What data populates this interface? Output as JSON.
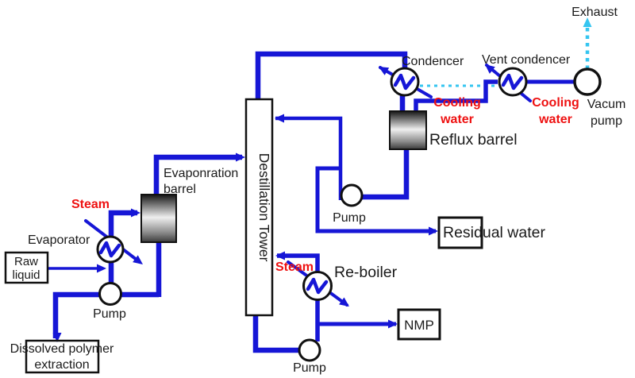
{
  "title": "Distillation process flow diagram",
  "colors": {
    "pipe": "#1616d6",
    "steam_red": "#ee1111",
    "exhaust_cyan": "#35c5f0",
    "ink": "#1a1a1a"
  },
  "labels": {
    "exhaust": "Exhaust",
    "condenser": "Condencer",
    "vent_condenser": "Vent condencer",
    "cooling_water_1": {
      "line1": "Cooling",
      "line2": "water"
    },
    "cooling_water_2": {
      "line1": "Cooling",
      "line2": "water"
    },
    "vacuum_pump": {
      "line1": "Vacum",
      "line2": "pump"
    },
    "reflux_barrel": "Reflux barrel",
    "distillation_tower": "Destillation Tower",
    "evaporation_barrel": {
      "line1": "Evaponration",
      "line2": "barrel"
    },
    "evaporator": "Evaporator",
    "steam_evaporator": "Steam",
    "steam_reboiler": "Steam",
    "raw_liquid": {
      "line1": "Raw",
      "line2": "liquid"
    },
    "pump_left": "Pump",
    "pump_reflux": "Pump",
    "pump_bottom": "Pump",
    "dissolved_polymer": {
      "line1": "Dissolved polymer",
      "line2": "extraction"
    },
    "residual_water": "Residual water",
    "reboiler": "Re-boiler",
    "nmp": "NMP"
  }
}
